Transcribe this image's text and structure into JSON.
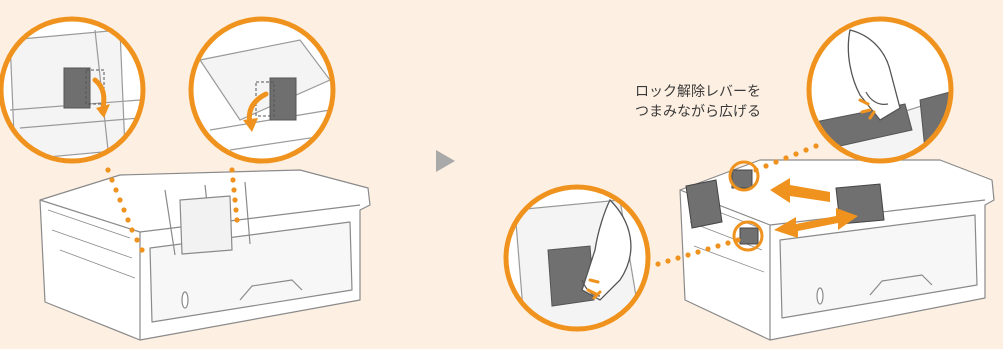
{
  "caption": {
    "line1": "ロック解除レバーを",
    "line2": "つまみながら広げる"
  },
  "colors": {
    "background": "#fdf0e2",
    "accent": "#f0931e",
    "line": "#8a8a8a",
    "step_arrow": "#a9a9a9",
    "lever": "#707070"
  },
  "icons": {
    "step": "play-triangle",
    "direction": "double-arrow"
  }
}
